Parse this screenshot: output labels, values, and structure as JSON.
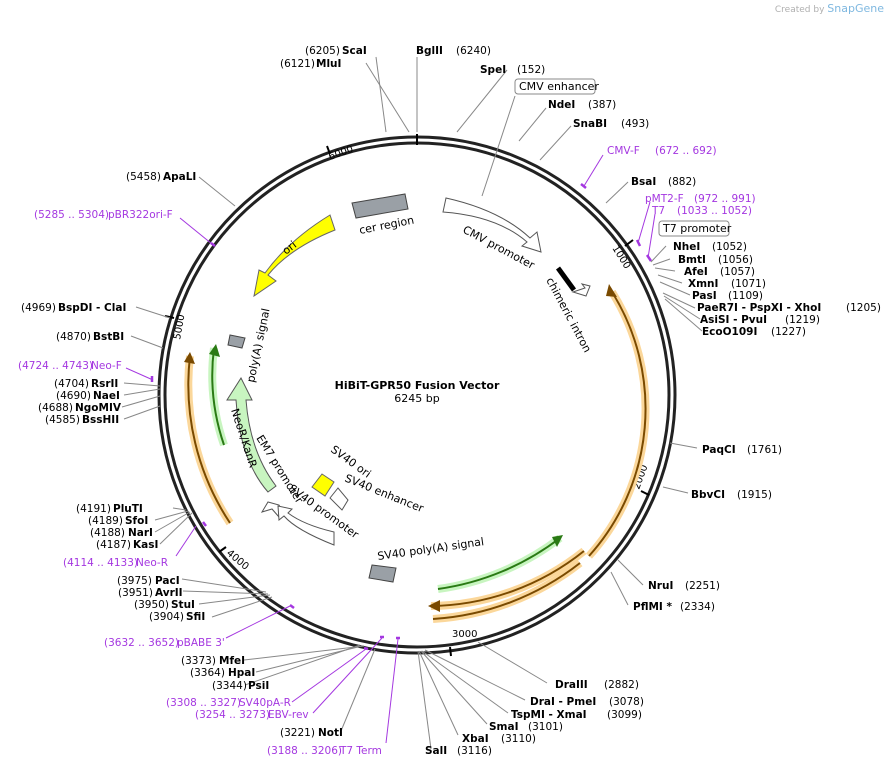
{
  "credit": {
    "prefix": "Created by",
    "brand": "SnapGene"
  },
  "map": {
    "title": "HiBiT-GPR50 Fusion Vector",
    "size_label": "6245 bp",
    "total_bp": 6245
  },
  "ticks": [
    "1000",
    "2000",
    "3000",
    "4000",
    "5000",
    "6000"
  ],
  "enzymes": [
    {
      "name": "ScaI",
      "pos": "(6205)"
    },
    {
      "name": "MluI",
      "pos": "(6121)"
    },
    {
      "name": "BglII",
      "pos": "(6240)"
    },
    {
      "name": "SpeI",
      "pos": "(152)"
    },
    {
      "name": "NdeI",
      "pos": "(387)"
    },
    {
      "name": "SnaBI",
      "pos": "(493)"
    },
    {
      "name": "BsaI",
      "pos": "(882)"
    },
    {
      "name": "NheI",
      "pos": "(1052)"
    },
    {
      "name": "BmtI",
      "pos": "(1056)"
    },
    {
      "name": "AfeI",
      "pos": "(1057)"
    },
    {
      "name": "XmnI",
      "pos": "(1071)"
    },
    {
      "name": "PasI",
      "pos": "(1109)"
    },
    {
      "name": "PaeR7I - PspXI - XhoI",
      "pos": "(1205)"
    },
    {
      "name": "AsiSI - PvuI",
      "pos": "(1219)"
    },
    {
      "name": "EcoO109I",
      "pos": "(1227)"
    },
    {
      "name": "PaqCI",
      "pos": "(1761)"
    },
    {
      "name": "BbvCI",
      "pos": "(1915)"
    },
    {
      "name": "NruI",
      "pos": "(2251)"
    },
    {
      "name": "PflMI *",
      "pos": "(2334)"
    },
    {
      "name": "DraIII",
      "pos": "(2882)"
    },
    {
      "name": "DraI - PmeI",
      "pos": "(3078)"
    },
    {
      "name": "TspMI - XmaI",
      "pos": "(3099)"
    },
    {
      "name": "SmaI",
      "pos": "(3101)"
    },
    {
      "name": "XbaI",
      "pos": "(3110)"
    },
    {
      "name": "SalI",
      "pos": "(3116)"
    },
    {
      "name": "NotI",
      "pos": "(3221)"
    },
    {
      "name": "PsiI",
      "pos": "(3344)"
    },
    {
      "name": "HpaI",
      "pos": "(3364)"
    },
    {
      "name": "MfeI",
      "pos": "(3373)"
    },
    {
      "name": "SfiI",
      "pos": "(3904)"
    },
    {
      "name": "StuI",
      "pos": "(3950)"
    },
    {
      "name": "AvrII",
      "pos": "(3951)"
    },
    {
      "name": "PacI",
      "pos": "(3975)"
    },
    {
      "name": "KasI",
      "pos": "(4187)"
    },
    {
      "name": "NarI",
      "pos": "(4188)"
    },
    {
      "name": "SfoI",
      "pos": "(4189)"
    },
    {
      "name": "PluTI",
      "pos": "(4191)"
    },
    {
      "name": "BssHII",
      "pos": "(4585)"
    },
    {
      "name": "NgoMIV",
      "pos": "(4688)"
    },
    {
      "name": "NaeI",
      "pos": "(4690)"
    },
    {
      "name": "RsrII",
      "pos": "(4704)"
    },
    {
      "name": "BstBI",
      "pos": "(4870)"
    },
    {
      "name": "BspDI - ClaI",
      "pos": "(4969)"
    },
    {
      "name": "ApaLI",
      "pos": "(5458)"
    }
  ],
  "primers": [
    {
      "name": "CMV-F",
      "range": "(672 .. 692)"
    },
    {
      "name": "pMT2-F",
      "range": "(972 .. 991)"
    },
    {
      "name": "T7",
      "range": "(1033 .. 1052)"
    },
    {
      "name": "pBR322ori-F",
      "range": "(5285 .. 5304)"
    },
    {
      "name": "Neo-F",
      "range": "(4724 .. 4743)"
    },
    {
      "name": "Neo-R",
      "range": "(4114 .. 4133)"
    },
    {
      "name": "pBABE 3'",
      "range": "(3632 .. 3652)"
    },
    {
      "name": "SV40pA-R",
      "range": "(3308 .. 3327)"
    },
    {
      "name": "EBV-rev",
      "range": "(3254 .. 3273)"
    },
    {
      "name": "T7 Term",
      "range": "(3188 .. 3206)"
    }
  ],
  "boxed_labels": [
    "CMV enhancer",
    "T7 promoter"
  ],
  "features": [
    {
      "name": "cer region",
      "color": "#9aa0a6"
    },
    {
      "name": "CMV promoter",
      "color": "#ffffff"
    },
    {
      "name": "chimeric intron",
      "color": "#ffffff"
    },
    {
      "name": "ori",
      "color": "#ffff00"
    },
    {
      "name": "poly(A) signal",
      "color": "#9aa0a6"
    },
    {
      "name": "NeoR/KanR",
      "color": "#c8f5c0"
    },
    {
      "name": "EM7 promoter",
      "color": "#ffffff"
    },
    {
      "name": "SV40 promoter",
      "color": "#ffffff"
    },
    {
      "name": "SV40 ori",
      "color": "#ffff00"
    },
    {
      "name": "SV40 enhancer",
      "color": "#ffffff"
    },
    {
      "name": "SV40 poly(A) signal",
      "color": "#9aa0a6"
    }
  ],
  "colors": {
    "primer": "#a437e0",
    "orf_orange": "#f5a623",
    "orf_green": "#3d9e1f",
    "backbone": "#222222"
  }
}
